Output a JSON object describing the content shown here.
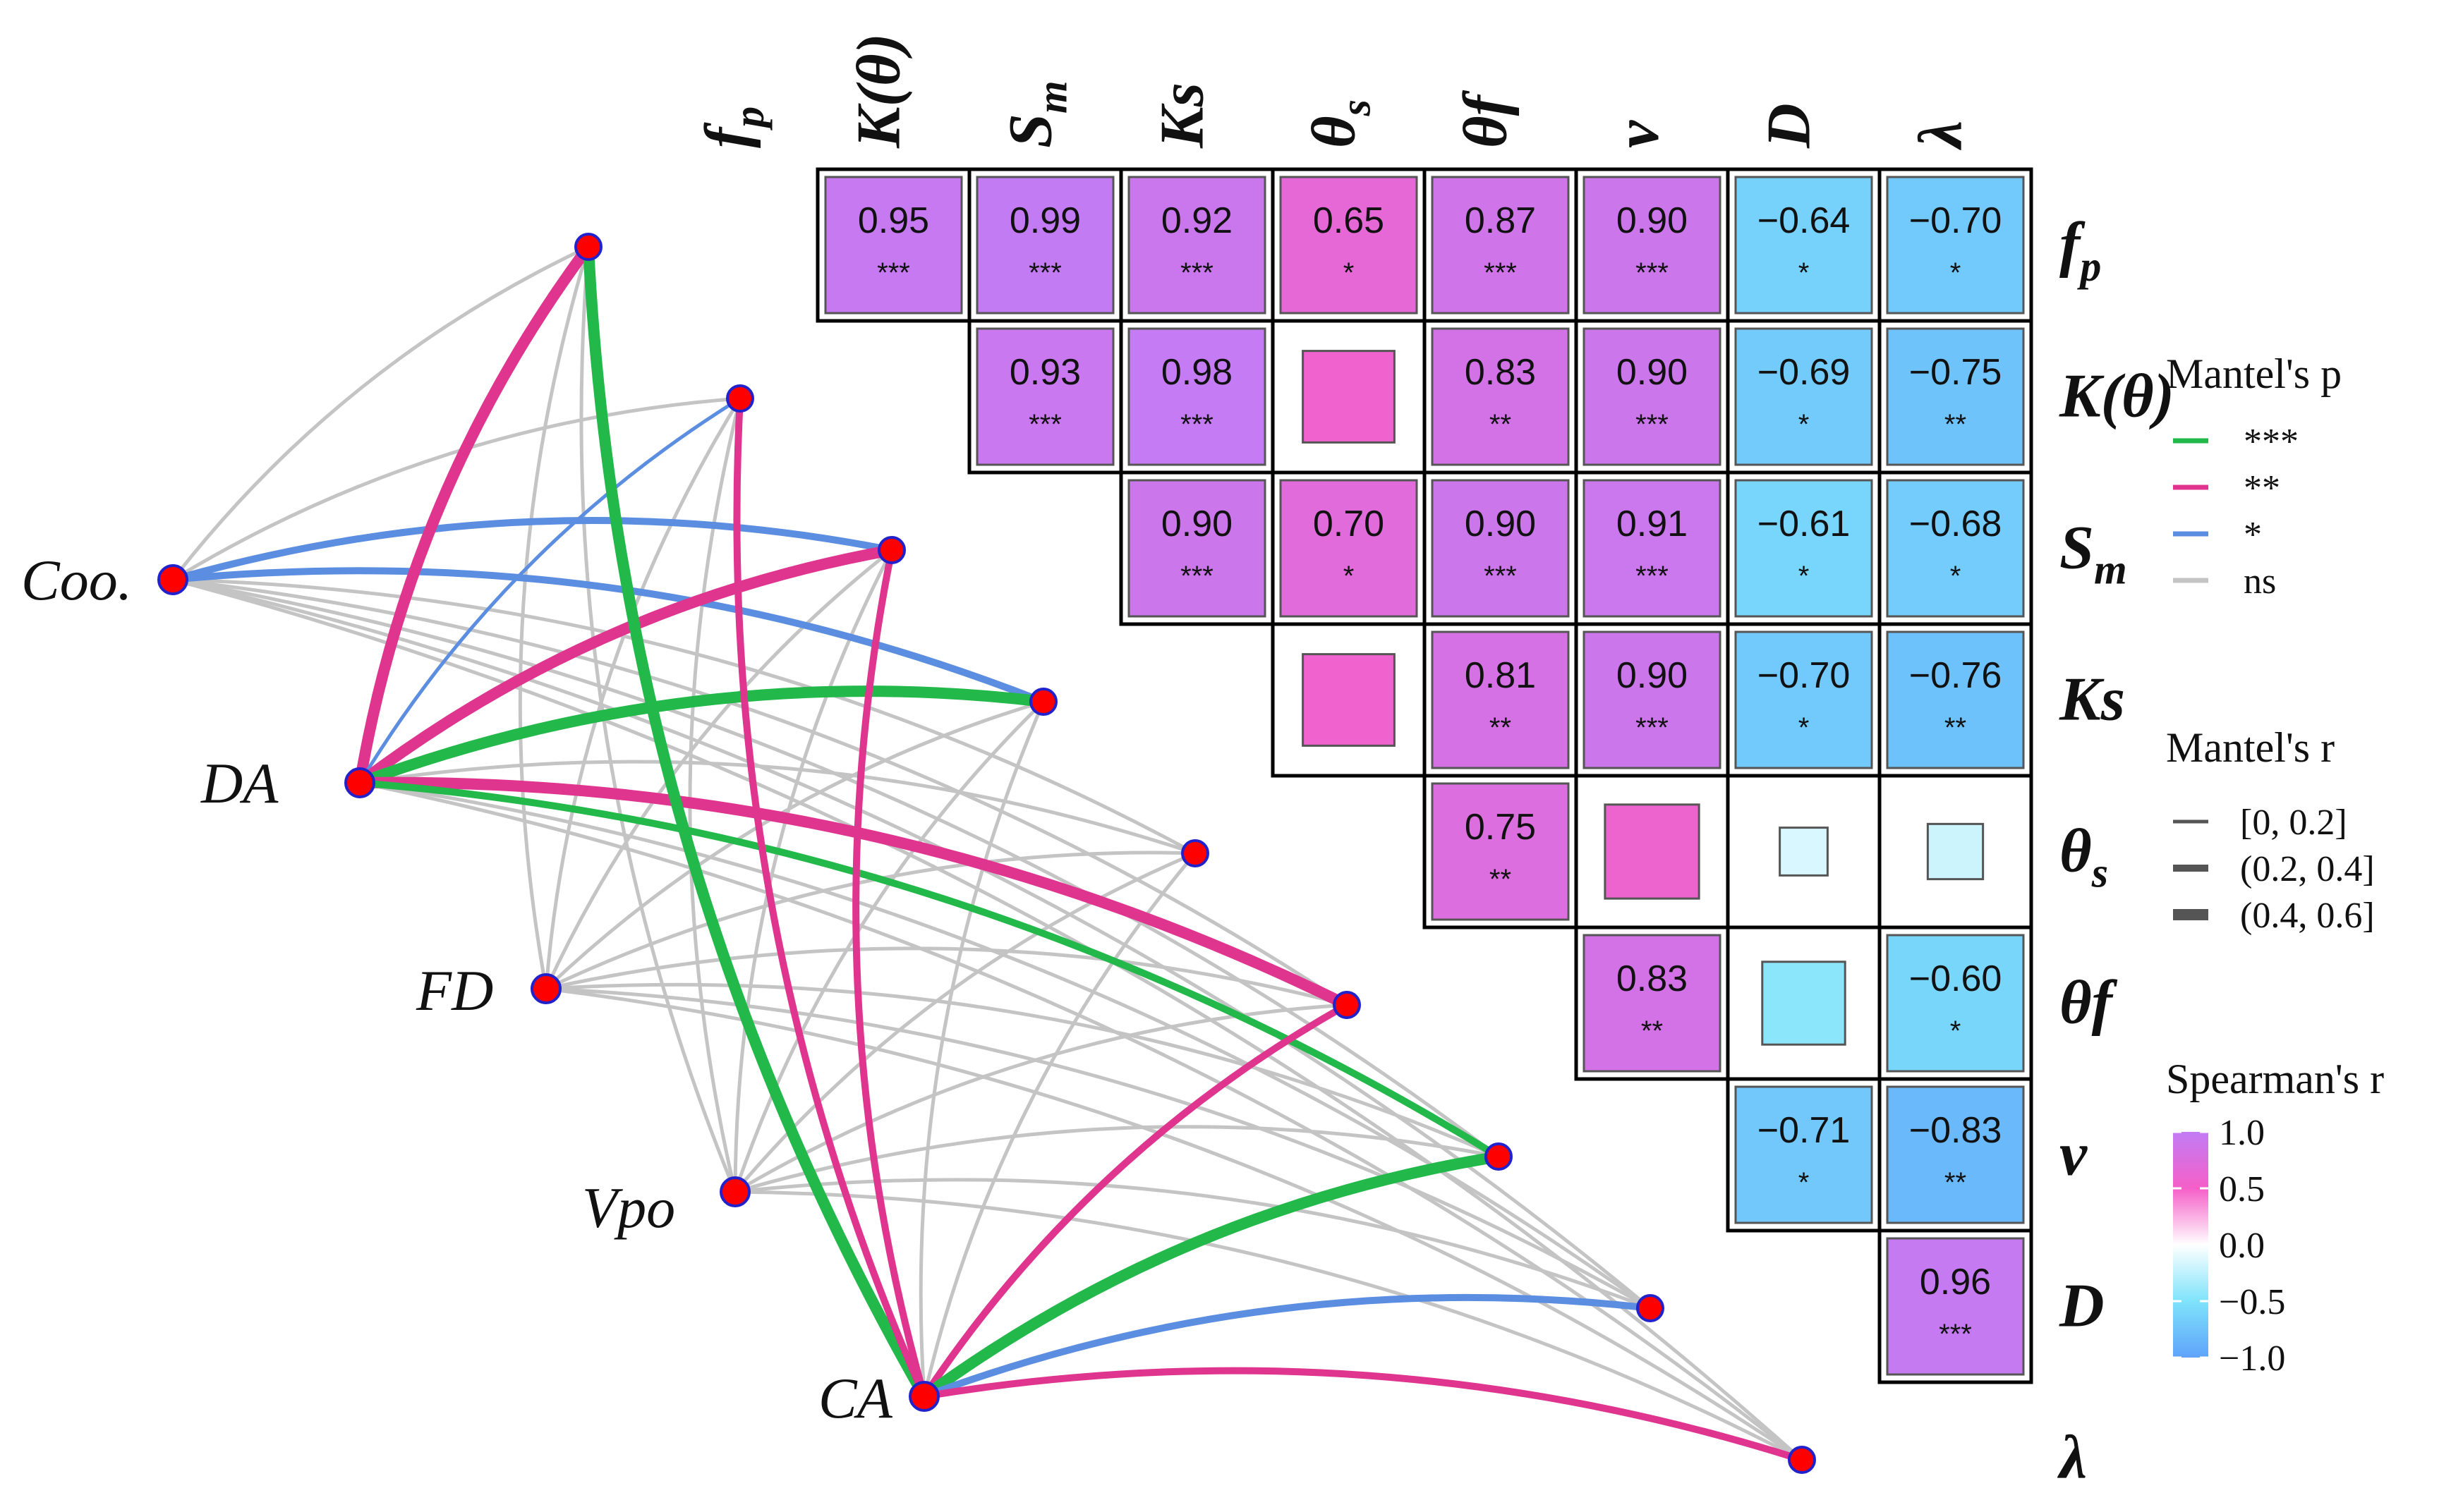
{
  "chart_data": {
    "type": "heatmap",
    "variables": [
      {
        "base": "f",
        "sub": "p"
      },
      {
        "base": "K(θ)",
        "sub": ""
      },
      {
        "base": "S",
        "sub": "m"
      },
      {
        "base": "Ks",
        "sub": ""
      },
      {
        "base": "θ",
        "sub": "s"
      },
      {
        "base": "θf",
        "sub": ""
      },
      {
        "base": "v",
        "sub": ""
      },
      {
        "base": "D",
        "sub": ""
      },
      {
        "base": "λ",
        "sub": ""
      }
    ],
    "cells": [
      {
        "row": 0,
        "col": 1,
        "r": 0.95,
        "label": "0.95",
        "sig": "***"
      },
      {
        "row": 0,
        "col": 2,
        "r": 0.99,
        "label": "0.99",
        "sig": "***"
      },
      {
        "row": 0,
        "col": 3,
        "r": 0.92,
        "label": "0.92",
        "sig": "***"
      },
      {
        "row": 0,
        "col": 4,
        "r": 0.65,
        "label": "0.65",
        "sig": "*"
      },
      {
        "row": 0,
        "col": 5,
        "r": 0.87,
        "label": "0.87",
        "sig": "***"
      },
      {
        "row": 0,
        "col": 6,
        "r": 0.9,
        "label": "0.90",
        "sig": "***"
      },
      {
        "row": 0,
        "col": 7,
        "r": -0.64,
        "label": "−0.64",
        "sig": "*"
      },
      {
        "row": 0,
        "col": 8,
        "r": -0.7,
        "label": "−0.70",
        "sig": "*"
      },
      {
        "row": 1,
        "col": 2,
        "r": 0.93,
        "label": "0.93",
        "sig": "***"
      },
      {
        "row": 1,
        "col": 3,
        "r": 0.98,
        "label": "0.98",
        "sig": "***"
      },
      {
        "row": 1,
        "col": 4,
        "r": 0.55,
        "label": "",
        "sig": ""
      },
      {
        "row": 1,
        "col": 5,
        "r": 0.83,
        "label": "0.83",
        "sig": "**"
      },
      {
        "row": 1,
        "col": 6,
        "r": 0.9,
        "label": "0.90",
        "sig": "***"
      },
      {
        "row": 1,
        "col": 7,
        "r": -0.69,
        "label": "−0.69",
        "sig": "*"
      },
      {
        "row": 1,
        "col": 8,
        "r": -0.75,
        "label": "−0.75",
        "sig": "**"
      },
      {
        "row": 2,
        "col": 3,
        "r": 0.9,
        "label": "0.90",
        "sig": "***"
      },
      {
        "row": 2,
        "col": 4,
        "r": 0.7,
        "label": "0.70",
        "sig": "*"
      },
      {
        "row": 2,
        "col": 5,
        "r": 0.9,
        "label": "0.90",
        "sig": "***"
      },
      {
        "row": 2,
        "col": 6,
        "r": 0.91,
        "label": "0.91",
        "sig": "***"
      },
      {
        "row": 2,
        "col": 7,
        "r": -0.61,
        "label": "−0.61",
        "sig": "*"
      },
      {
        "row": 2,
        "col": 8,
        "r": -0.68,
        "label": "−0.68",
        "sig": "*"
      },
      {
        "row": 3,
        "col": 4,
        "r": 0.55,
        "label": "",
        "sig": ""
      },
      {
        "row": 3,
        "col": 5,
        "r": 0.81,
        "label": "0.81",
        "sig": "**"
      },
      {
        "row": 3,
        "col": 6,
        "r": 0.9,
        "label": "0.90",
        "sig": "***"
      },
      {
        "row": 3,
        "col": 7,
        "r": -0.7,
        "label": "−0.70",
        "sig": "*"
      },
      {
        "row": 3,
        "col": 8,
        "r": -0.76,
        "label": "−0.76",
        "sig": "**"
      },
      {
        "row": 4,
        "col": 5,
        "r": 0.75,
        "label": "0.75",
        "sig": "**"
      },
      {
        "row": 4,
        "col": 6,
        "r": 0.58,
        "label": "",
        "sig": ""
      },
      {
        "row": 4,
        "col": 7,
        "r": -0.15,
        "label": "",
        "sig": ""
      },
      {
        "row": 4,
        "col": 8,
        "r": -0.2,
        "label": "",
        "sig": ""
      },
      {
        "row": 5,
        "col": 6,
        "r": 0.83,
        "label": "0.83",
        "sig": "**"
      },
      {
        "row": 5,
        "col": 7,
        "r": -0.45,
        "label": "",
        "sig": ""
      },
      {
        "row": 5,
        "col": 8,
        "r": -0.6,
        "label": "−0.60",
        "sig": "*"
      },
      {
        "row": 6,
        "col": 7,
        "r": -0.71,
        "label": "−0.71",
        "sig": "*"
      },
      {
        "row": 6,
        "col": 8,
        "r": -0.83,
        "label": "−0.83",
        "sig": "**"
      },
      {
        "row": 7,
        "col": 8,
        "r": 0.96,
        "label": "0.96",
        "sig": "***"
      }
    ],
    "groups": [
      "Coo.",
      "DA",
      "FD",
      "Vpo",
      "CA"
    ],
    "edges": [
      {
        "from": "Coo.",
        "to": 0,
        "p": "ns",
        "r": 0.1
      },
      {
        "from": "Coo.",
        "to": 1,
        "p": "ns",
        "r": 0.1
      },
      {
        "from": "Coo.",
        "to": 2,
        "p": "*",
        "r": 0.3
      },
      {
        "from": "Coo.",
        "to": 3,
        "p": "*",
        "r": 0.3
      },
      {
        "from": "Coo.",
        "to": 4,
        "p": "ns",
        "r": 0.1
      },
      {
        "from": "Coo.",
        "to": 5,
        "p": "ns",
        "r": 0.1
      },
      {
        "from": "Coo.",
        "to": 6,
        "p": "ns",
        "r": 0.1
      },
      {
        "from": "Coo.",
        "to": 7,
        "p": "ns",
        "r": 0.1
      },
      {
        "from": "Coo.",
        "to": 8,
        "p": "ns",
        "r": 0.1
      },
      {
        "from": "DA",
        "to": 0,
        "p": "**",
        "r": 0.5
      },
      {
        "from": "DA",
        "to": 1,
        "p": "*",
        "r": 0.1
      },
      {
        "from": "DA",
        "to": 2,
        "p": "**",
        "r": 0.5
      },
      {
        "from": "DA",
        "to": 3,
        "p": "***",
        "r": 0.5
      },
      {
        "from": "DA",
        "to": 4,
        "p": "ns",
        "r": 0.1
      },
      {
        "from": "DA",
        "to": 5,
        "p": "**",
        "r": 0.5
      },
      {
        "from": "DA",
        "to": 6,
        "p": "***",
        "r": 0.3
      },
      {
        "from": "DA",
        "to": 7,
        "p": "ns",
        "r": 0.1
      },
      {
        "from": "DA",
        "to": 8,
        "p": "ns",
        "r": 0.1
      },
      {
        "from": "FD",
        "to": 0,
        "p": "ns",
        "r": 0.1
      },
      {
        "from": "FD",
        "to": 1,
        "p": "ns",
        "r": 0.1
      },
      {
        "from": "FD",
        "to": 2,
        "p": "ns",
        "r": 0.1
      },
      {
        "from": "FD",
        "to": 3,
        "p": "ns",
        "r": 0.1
      },
      {
        "from": "FD",
        "to": 4,
        "p": "ns",
        "r": 0.1
      },
      {
        "from": "FD",
        "to": 5,
        "p": "ns",
        "r": 0.1
      },
      {
        "from": "FD",
        "to": 6,
        "p": "ns",
        "r": 0.1
      },
      {
        "from": "FD",
        "to": 7,
        "p": "ns",
        "r": 0.1
      },
      {
        "from": "FD",
        "to": 8,
        "p": "ns",
        "r": 0.1
      },
      {
        "from": "Vpo",
        "to": 0,
        "p": "ns",
        "r": 0.1
      },
      {
        "from": "Vpo",
        "to": 1,
        "p": "ns",
        "r": 0.1
      },
      {
        "from": "Vpo",
        "to": 2,
        "p": "ns",
        "r": 0.1
      },
      {
        "from": "Vpo",
        "to": 3,
        "p": "ns",
        "r": 0.1
      },
      {
        "from": "Vpo",
        "to": 4,
        "p": "ns",
        "r": 0.1
      },
      {
        "from": "Vpo",
        "to": 5,
        "p": "ns",
        "r": 0.1
      },
      {
        "from": "Vpo",
        "to": 6,
        "p": "ns",
        "r": 0.1
      },
      {
        "from": "Vpo",
        "to": 7,
        "p": "ns",
        "r": 0.1
      },
      {
        "from": "Vpo",
        "to": 8,
        "p": "ns",
        "r": 0.1
      },
      {
        "from": "CA",
        "to": 0,
        "p": "***",
        "r": 0.5
      },
      {
        "from": "CA",
        "to": 1,
        "p": "**",
        "r": 0.3
      },
      {
        "from": "CA",
        "to": 2,
        "p": "**",
        "r": 0.3
      },
      {
        "from": "CA",
        "to": 3,
        "p": "ns",
        "r": 0.1
      },
      {
        "from": "CA",
        "to": 4,
        "p": "ns",
        "r": 0.1
      },
      {
        "from": "CA",
        "to": 5,
        "p": "**",
        "r": 0.3
      },
      {
        "from": "CA",
        "to": 6,
        "p": "***",
        "r": 0.5
      },
      {
        "from": "CA",
        "to": 7,
        "p": "*",
        "r": 0.3
      },
      {
        "from": "CA",
        "to": 8,
        "p": "**",
        "r": 0.3
      }
    ],
    "colors": {
      "p_***": "#22b84a",
      "p_**": "#e0358f",
      "p_*": "#5b8ee0",
      "p_ns": "#c4c4c4",
      "spearman_pos_high": "#c27cf5",
      "spearman_pos_mid": "#f55fc8",
      "spearman_zero": "#ffffff",
      "spearman_neg_mid": "#7fe3fb",
      "spearman_neg_high": "#5fa3fb",
      "node_fill": "#ff0000",
      "node_stroke": "#2222cc"
    },
    "legend": {
      "mantel_p_title": "Mantel's p",
      "mantel_p_items": [
        "***",
        "**",
        "*",
        "ns"
      ],
      "mantel_r_title": "Mantel's r",
      "mantel_r_items": [
        "[0, 0.2]",
        "(0.2, 0.4]",
        "(0.4, 0.6]"
      ],
      "spearman_title": "Spearman's r",
      "spearman_ticks": [
        "1.0",
        "0.5",
        "0.0",
        "−0.5",
        "−1.0"
      ],
      "spearman_range": [
        -1.0,
        1.0
      ],
      "placement": "right"
    }
  }
}
